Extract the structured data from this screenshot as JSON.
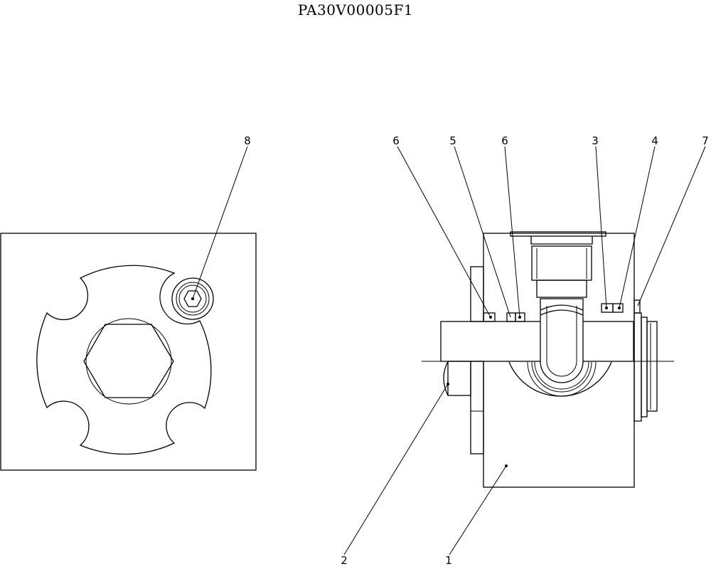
{
  "drawing": {
    "title": "PA30V00005F1",
    "callouts": [
      "1",
      "2",
      "3",
      "4",
      "5",
      "6",
      "6",
      "7",
      "8"
    ]
  }
}
